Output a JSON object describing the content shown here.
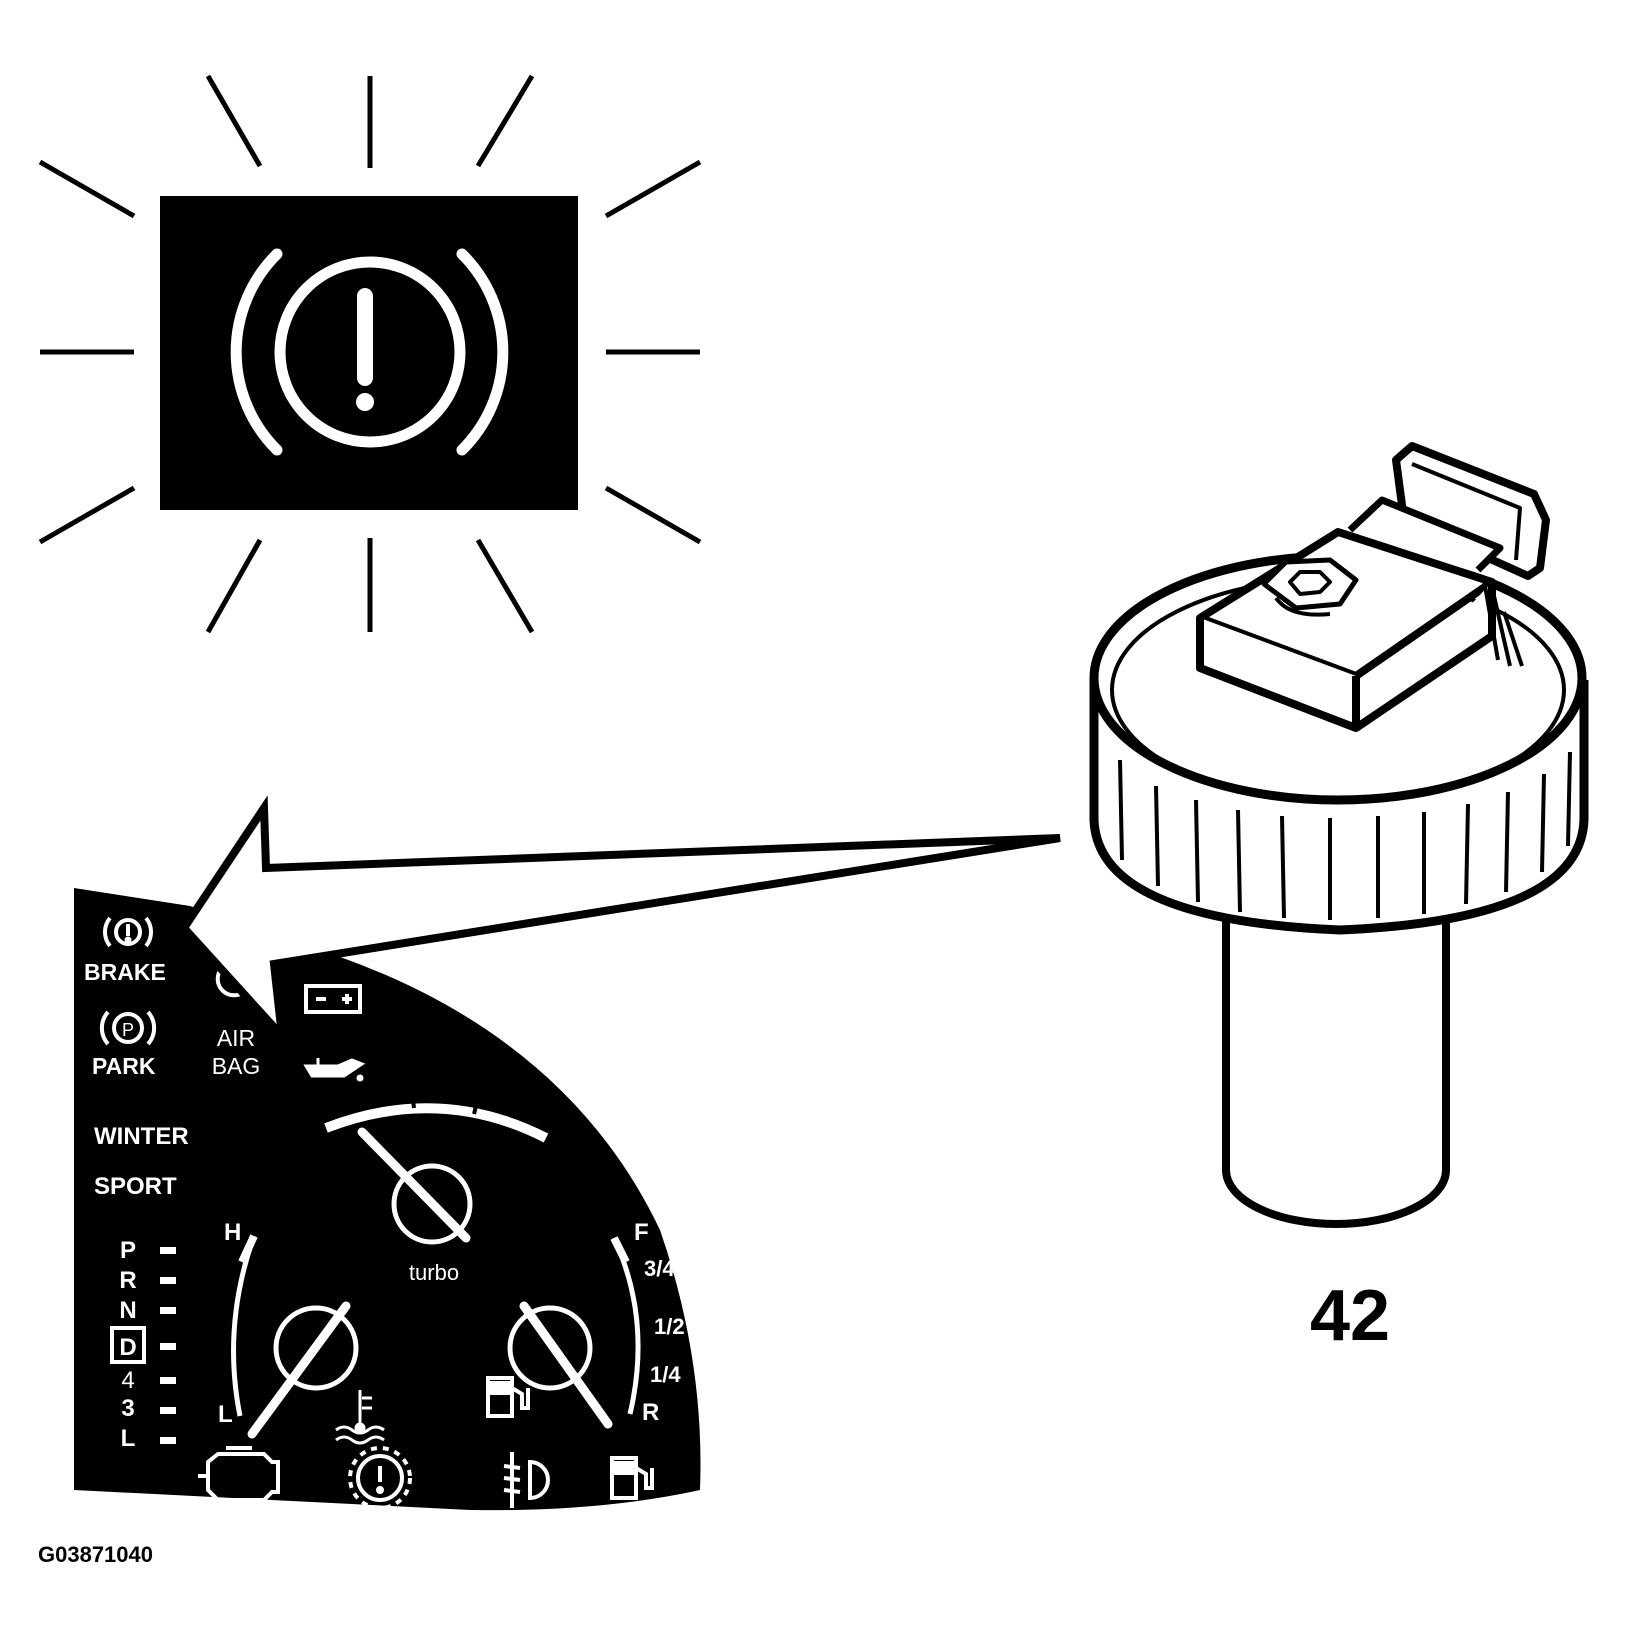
{
  "figure": {
    "part_number": "42",
    "figure_id": "G03871040"
  },
  "cluster": {
    "left_labels": {
      "brake": "BRAKE",
      "park": "PARK",
      "park_symbol": "P",
      "air": "AIR",
      "bag": "BAG",
      "winter": "WINTER",
      "sport": "SPORT"
    },
    "gear_selector": [
      "P",
      "R",
      "N",
      "D",
      "4",
      "3",
      "L"
    ],
    "selected_gear": "D",
    "temp_gauge": {
      "high": "H",
      "low": "L"
    },
    "turbo_gauge": {
      "label": "turbo"
    },
    "fuel_gauge": {
      "full": "F",
      "three_quarter": "3/4",
      "half": "1/2",
      "quarter": "1/4",
      "reserve": "R"
    }
  },
  "icons": [
    "brake-warning-icon",
    "park-brake-icon",
    "airbag-icon",
    "battery-icon",
    "oil-pressure-icon",
    "coolant-temp-icon",
    "check-engine-icon",
    "transmission-warning-icon",
    "headlamp-leveling-icon",
    "fuel-pump-icon",
    "pointer-arrow-icon",
    "brake-fluid-reservoir-cap-icon"
  ],
  "colors": {
    "ink": "#000000",
    "paper": "#ffffff"
  }
}
